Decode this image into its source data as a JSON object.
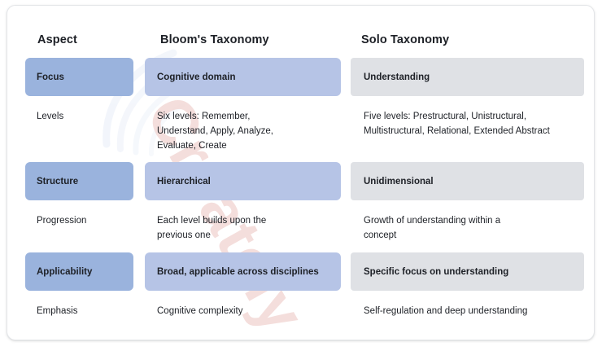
{
  "watermark": {
    "text": "Creately",
    "logo_icon": "creately-swoosh-icon"
  },
  "table": {
    "columns": [
      {
        "key": "aspect",
        "header": "Aspect"
      },
      {
        "key": "bloom",
        "header": "Bloom's Taxonomy"
      },
      {
        "key": "solo",
        "header": "Solo Taxonomy"
      }
    ],
    "column_colors": {
      "aspect_filled": "#9ab3dd",
      "bloom_filled": "#b6c4e6",
      "solo_filled": "#dfe1e5",
      "text": "#1d2026",
      "card_border": "#e3e5e8",
      "background": "#ffffff"
    },
    "rows": [
      {
        "style": "filled",
        "aspect": "Focus",
        "bloom": "Cognitive domain",
        "solo": "Understanding"
      },
      {
        "style": "plain",
        "aspect": "Levels",
        "bloom": "Six levels: Remember,\nUnderstand, Apply, Analyze,\nEvaluate, Create",
        "solo": "Five levels: Prestructural, Unistructural,\nMultistructural, Relational, Extended Abstract"
      },
      {
        "style": "filled",
        "aspect": "Structure",
        "bloom": "Hierarchical",
        "solo": "Unidimensional"
      },
      {
        "style": "plain",
        "aspect": "Progression",
        "bloom": "Each level builds upon the\n previous one",
        "solo": "Growth of understanding within a\nconcept"
      },
      {
        "style": "filled",
        "aspect": "Applicability",
        "bloom": "Broad, applicable across disciplines",
        "solo": "Specific focus on understanding"
      },
      {
        "style": "plain",
        "aspect": "Emphasis",
        "bloom": "Cognitive complexity",
        "solo": "Self-regulation and deep understanding"
      }
    ]
  }
}
